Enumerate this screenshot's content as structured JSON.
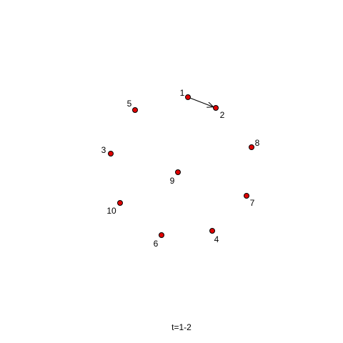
{
  "graph": {
    "node_fill": "#e00000",
    "node_stroke": "#000000",
    "edge_color": "#000000",
    "directed": true,
    "nodes": [
      {
        "id": "1",
        "label": "1"
      },
      {
        "id": "2",
        "label": "2"
      },
      {
        "id": "3",
        "label": "3"
      },
      {
        "id": "4",
        "label": "4"
      },
      {
        "id": "5",
        "label": "5"
      },
      {
        "id": "6",
        "label": "6"
      },
      {
        "id": "7",
        "label": "7"
      },
      {
        "id": "8",
        "label": "8"
      },
      {
        "id": "9",
        "label": "9"
      },
      {
        "id": "10",
        "label": "10"
      }
    ],
    "edges": [
      {
        "from": "1",
        "to": "2"
      }
    ]
  },
  "caption": "t=1-2"
}
